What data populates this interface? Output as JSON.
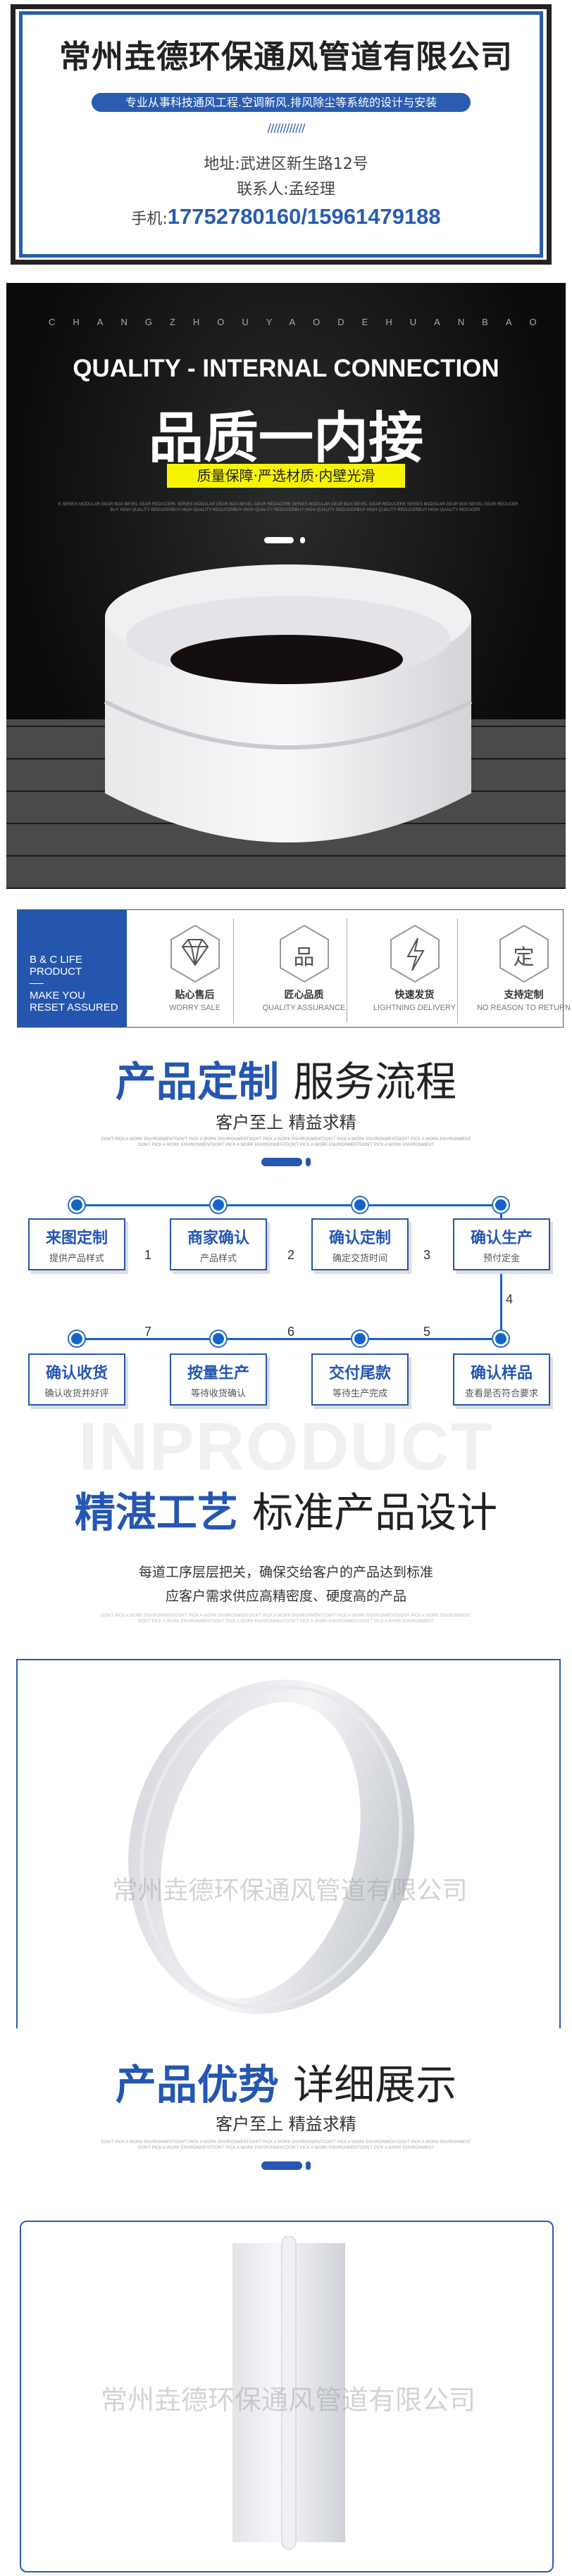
{
  "header": {
    "company": "常州垚德环保通风管道有限公司",
    "tagline": "专业从事科技通风工程.空调新风.排风除尘等系统的设计与安装",
    "slashes": "////////////",
    "address": "地址:武进区新生路12号",
    "contact": "联系人:孟经理",
    "phone_label": "手机:",
    "phone": "17752780160/15961479188"
  },
  "banner": {
    "letters": "CHANGZHOUYAODEHUANBAO",
    "heading_en": "QUALITY - INTERNAL CONNECTION",
    "heading_cn": "品质一内接",
    "yellow_tag": "质量保障·严选材质·内壁光滑",
    "small_line1": "K SERIES MODULAR GEAR BOX BEVEL GEAR REDUCERK SERIES MODULAR GEAR BOX BEVEL GEAR REDUCERK SERIES MODULAR GEAR BOX BEVEL GEAR REDUCERK SERIES MODULAR GEAR BOX BEVEL GEAR REDUCER",
    "small_line2": "BUY HIGH QUALITY REDUCERBUY HIGH QUALITY REDUCERBUY HIGH QUALITY REDUCERBUY HIGH QUALITY REDUCERBUY HIGH QUALITY REDUCERBUY HIGH QUALITY REDUCER"
  },
  "strip": {
    "brand1": "B & C LIFE",
    "brand2": "PRODUCT",
    "brand3": "MAKE YOU",
    "brand4": "RESET ASSURED",
    "features": [
      {
        "icon": "diamond-icon",
        "label": "贴心售后",
        "sub": "WORRY SALE"
      },
      {
        "icon": "pin-char-icon",
        "glyph": "品",
        "label": "匠心品质",
        "sub": "QUALITY ASSURANCE"
      },
      {
        "icon": "lightning-icon",
        "label": "快速发货",
        "sub": "LIGHTNING DELIVERY"
      },
      {
        "icon": "ding-char-icon",
        "glyph": "定",
        "label": "支持定制",
        "sub": "NO REASON TO RETURN"
      }
    ]
  },
  "process": {
    "title_blue": "产品定制",
    "title_dark": "服务流程",
    "subtitle": "客户至上 精益求精",
    "small1": "DON'T PICK A WORK ENVIRONMENTDON'T PICK A WORK ENVIRONMENTDON'T PICK A WORK ENVIRONMENTDON'T PICK A WORK ENVIRONMENTDON'T PICK A WORK ENVIRONMENT",
    "small2": "DON'T PICK A WORK ENVIRONMENTDON'T PICK A WORK ENVIRONMENTDON'T PICK A WORK ENVIRONMENTDON'T PICK A WORK ENVIRONMENT",
    "steps": [
      {
        "title": "来图定制",
        "desc": "提供产品样式"
      },
      {
        "title": "商家确认",
        "desc": "产品样式"
      },
      {
        "title": "确认定制",
        "desc": "确定交货时间"
      },
      {
        "title": "确认生产",
        "desc": "预付定金"
      },
      {
        "title": "确认样品",
        "desc": "查看是否符合要求"
      },
      {
        "title": "交付尾款",
        "desc": "等待生产完成"
      },
      {
        "title": "按量生产",
        "desc": "等待收货确认"
      },
      {
        "title": "确认收货",
        "desc": "确认收货并好评"
      }
    ],
    "numbers": [
      "1",
      "2",
      "3",
      "4",
      "5",
      "6",
      "7"
    ]
  },
  "craft": {
    "watermark": "INPRODUCT",
    "title_blue": "精湛工艺",
    "title_dark": "标准产品设计",
    "line1": "每道工序层层把关，确保交给客户的产品达到标准",
    "line2": "应客户需求供应高精密度、硬度高的产品"
  },
  "image_watermark": "常州垚德环保通风管道有限公司",
  "advantage": {
    "title_blue": "产品优势",
    "title_dark": "详细展示",
    "subtitle": "客户至上 精益求精"
  },
  "colors": {
    "brand_blue": "#2456b2",
    "yellow": "#f7f402"
  }
}
